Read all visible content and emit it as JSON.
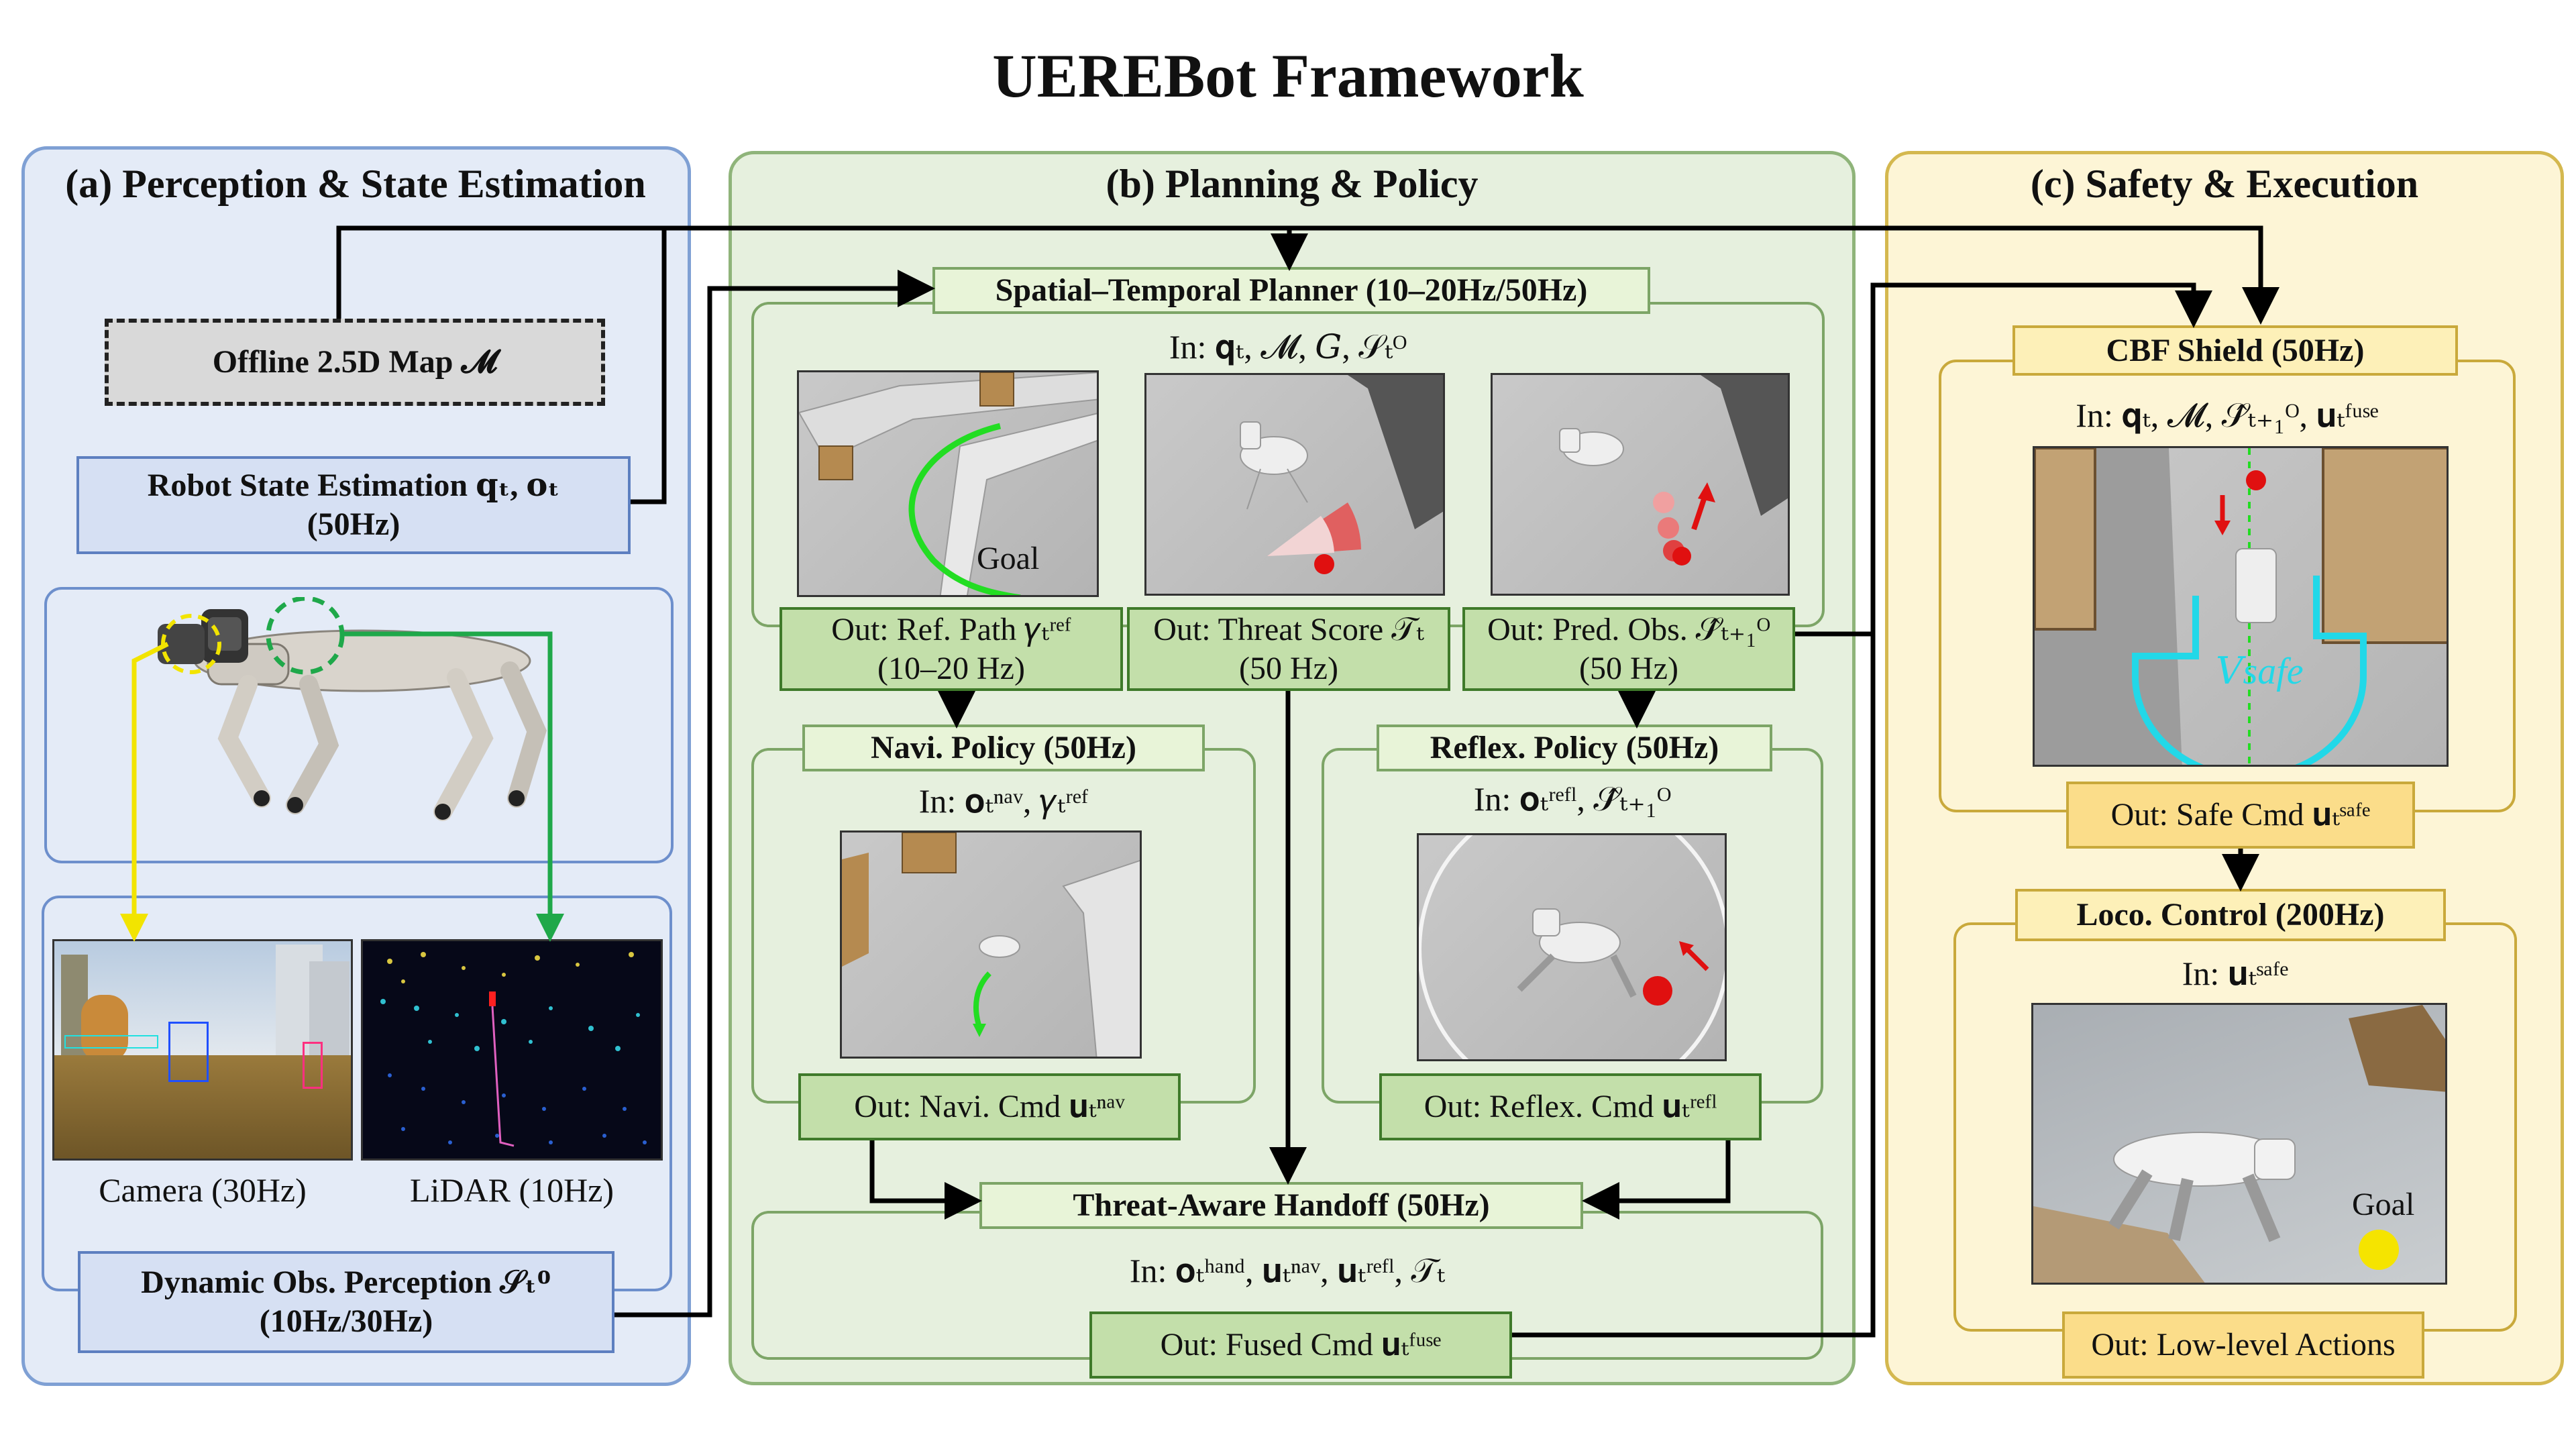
{
  "title": "UEREBot Framework",
  "panels": {
    "a": {
      "title": "(a) Perception & State Estimation",
      "offline_map": "Offline 2.5D Map  𝓜",
      "robot_state_line1": "Robot State Estimation 𝐪ₜ, 𝐨ₜ",
      "robot_state_line2": "(50Hz)",
      "camera_label": "Camera (30Hz)",
      "lidar_label": "LiDAR (10Hz)",
      "dyn_line1": "Dynamic Obs. Perception 𝒮ₜᴼ",
      "dyn_line2": "(10Hz/30Hz)"
    },
    "b": {
      "title": "(b) Planning & Policy",
      "planner_title": "Spatial–Temporal Planner (10–20Hz/50Hz)",
      "planner_in": "In: 𝐪ₜ, 𝓜, 𝐺, 𝒮ₜᴼ",
      "goal_label": "Goal",
      "out_ref_line1": "Out: Ref. Path 𝛾ₜʳᵉᶠ",
      "out_ref_line2": "(10–20 Hz)",
      "out_threat_line1": "Out: Threat Score 𝒯ₜ",
      "out_threat_line2": "(50 Hz)",
      "out_pred_line1": "Out: Pred. Obs. 𝒮̂ₜ₊₁ᴼ",
      "out_pred_line2": "(50 Hz)",
      "navi_title": "Navi. Policy (50Hz)",
      "navi_in": "In: 𝐨ₜⁿᵃᵛ, 𝛾ₜʳᵉᶠ",
      "navi_out": "Out: Navi. Cmd 𝐮ₜⁿᵃᵛ",
      "reflex_title": "Reflex. Policy (50Hz)",
      "reflex_in": "In: 𝐨ₜʳᵉᶠˡ, 𝒮̂ₜ₊₁ᴼ",
      "reflex_out": "Out: Reflex. Cmd 𝐮ₜʳᵉᶠˡ",
      "handoff_title": "Threat-Aware Handoff (50Hz)",
      "handoff_in": "In: 𝐨ₜʰᵃⁿᵈ, 𝐮ₜⁿᵃᵛ, 𝐮ₜʳᵉᶠˡ, 𝒯ₜ",
      "handoff_out": "Out: Fused Cmd 𝐮ₜᶠᵘˢᵉ"
    },
    "c": {
      "title": "(c) Safety & Execution",
      "cbf_title": "CBF Shield (50Hz)",
      "cbf_in": "In: 𝐪ₜ, 𝓜, 𝒮̂ₜ₊₁ᴼ, 𝐮ₜᶠᵘˢᵉ",
      "vsafe_label": "𝑉safe",
      "cbf_out": "Out: Safe Cmd 𝐮ₜˢᵃᶠᵉ",
      "loco_title": "Loco. Control (200Hz)",
      "loco_in": "In: 𝐮ₜˢᵃᶠᵉ",
      "goal_label": "Goal",
      "loco_out": "Out: Low-level Actions"
    }
  },
  "colors": {
    "blue_panel": "#e4ebf7",
    "green_panel": "#e6f0de",
    "yellow_panel": "#fdf5d6",
    "arrow_black": "#000000",
    "arrow_yellow": "#f2e400",
    "arrow_green": "#1fa84a",
    "obstacle_red": "#e01010",
    "path_green": "#22dd22",
    "vsafe_cyan": "#22d8e8"
  }
}
